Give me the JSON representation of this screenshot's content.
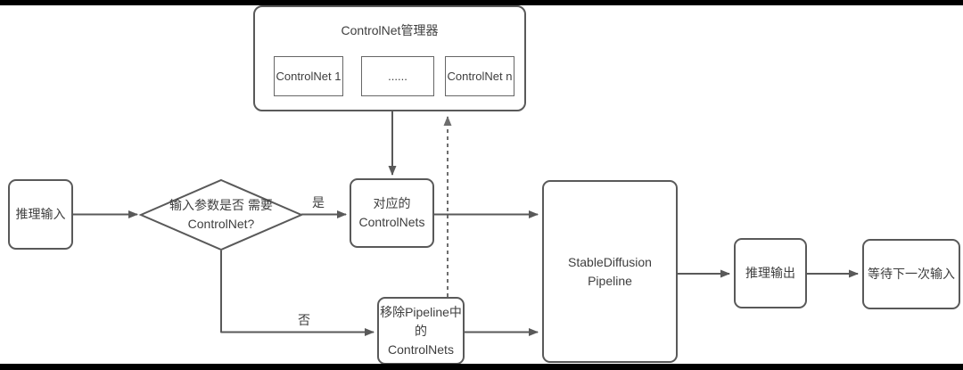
{
  "colors": {
    "background": "#ffffff",
    "edge_bar": "#000000",
    "node_fill": "#ffffff",
    "node_border": "#595959",
    "text": "#3e3e3e",
    "connector": "#595959",
    "dashed_connector": "#6e6e6e"
  },
  "manager": {
    "title": "ControlNet管理器",
    "items": [
      {
        "label": "ControlNet 1"
      },
      {
        "label": "......"
      },
      {
        "label": "ControlNet n"
      }
    ]
  },
  "nodes": {
    "input": "推理输入",
    "decision_line1": "输入参数是否",
    "decision_line2": "需要ControlNet?",
    "matched_line1": "对应的",
    "matched_line2": "ControlNets",
    "remove_line1": "移除Pipeline中的",
    "remove_line2": "ControlNets",
    "pipeline_line1": "StableDiffusion",
    "pipeline_line2": "Pipeline",
    "output": "推理输出",
    "wait": "等待下一次输入"
  },
  "edge_labels": {
    "yes": "是",
    "no": "否"
  }
}
